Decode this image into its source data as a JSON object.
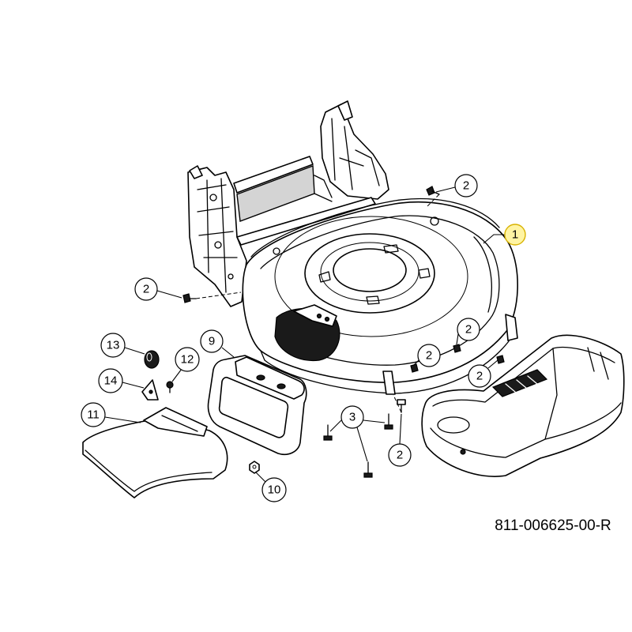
{
  "callouts": [
    "2",
    "1",
    "2",
    "9",
    "13",
    "12",
    "14",
    "11",
    "2",
    "2",
    "2",
    "3",
    "2",
    "10"
  ],
  "part_number": "811-006625-00-R",
  "colors": {
    "line": "#000000",
    "highlight_fill": "#fff4a3",
    "highlight_stroke": "#d8b200",
    "background": "#ffffff"
  }
}
